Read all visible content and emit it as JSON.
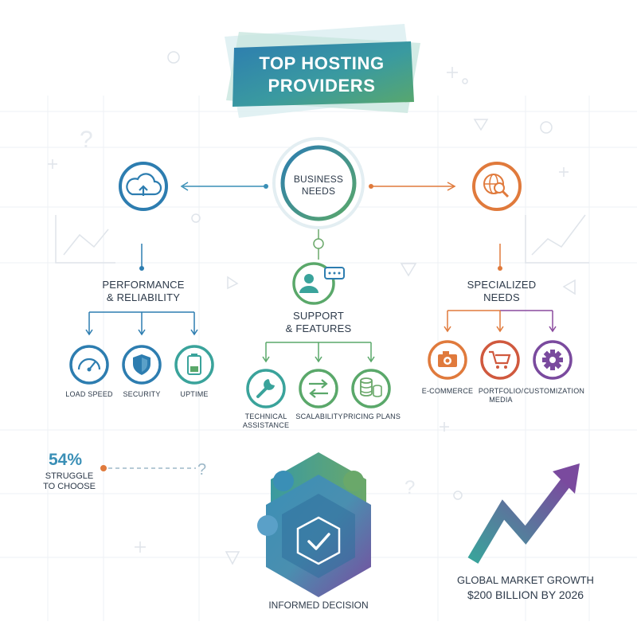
{
  "title": {
    "line1": "TOP HOSTING",
    "line2": "PROVIDERS"
  },
  "center": {
    "line1": "BUSINESS",
    "line2": "NEEDS"
  },
  "branches": {
    "performance": {
      "line1": "PERFORMANCE",
      "line2": "& RELIABILITY"
    },
    "support": {
      "line1": "SUPPORT",
      "line2": "& FEATURES"
    },
    "specialized": {
      "line1": "SPECIALIZED",
      "line2": "NEEDS"
    }
  },
  "leaves": {
    "load_speed": "LOAD SPEED",
    "security": "SECURITY",
    "uptime": "UPTIME",
    "technical_1": "TECHNICAL",
    "technical_2": "ASSISTANCE",
    "scalability": "SCALABILITY",
    "pricing": "PRICING PLANS",
    "ecommerce": "E-COMMERCE",
    "portfolio_1": "PORTFOLIO/",
    "portfolio_2": "MEDIA",
    "customization": "CUSTOMIZATION"
  },
  "stat": {
    "value": "54%",
    "caption_1": "STRUGGLE",
    "caption_2": "TO CHOOSE"
  },
  "decision": "INFORMED DECISION",
  "growth": {
    "line1": "GLOBAL MARKET GROWTH",
    "line2": "$200 BILLION BY 2026"
  },
  "colors": {
    "blue": "#2d7db0",
    "teal": "#3aa39b",
    "green": "#5aa86a",
    "orange": "#e07a3c",
    "purple": "#7a4a9e",
    "text": "#2d3a4a"
  },
  "icons": {
    "cloud": "cloud-upload-icon",
    "globe": "globe-search-icon",
    "gauge": "gauge-icon",
    "shield": "shield-icon",
    "battery": "battery-icon",
    "wrench": "wrench-icon",
    "arrows": "arrows-exchange-icon",
    "coins": "coins-stack-icon",
    "camera": "camera-icon",
    "cart": "cart-icon",
    "gear": "gear-icon",
    "chat": "chat-user-icon",
    "check": "check-hexagon-icon"
  }
}
